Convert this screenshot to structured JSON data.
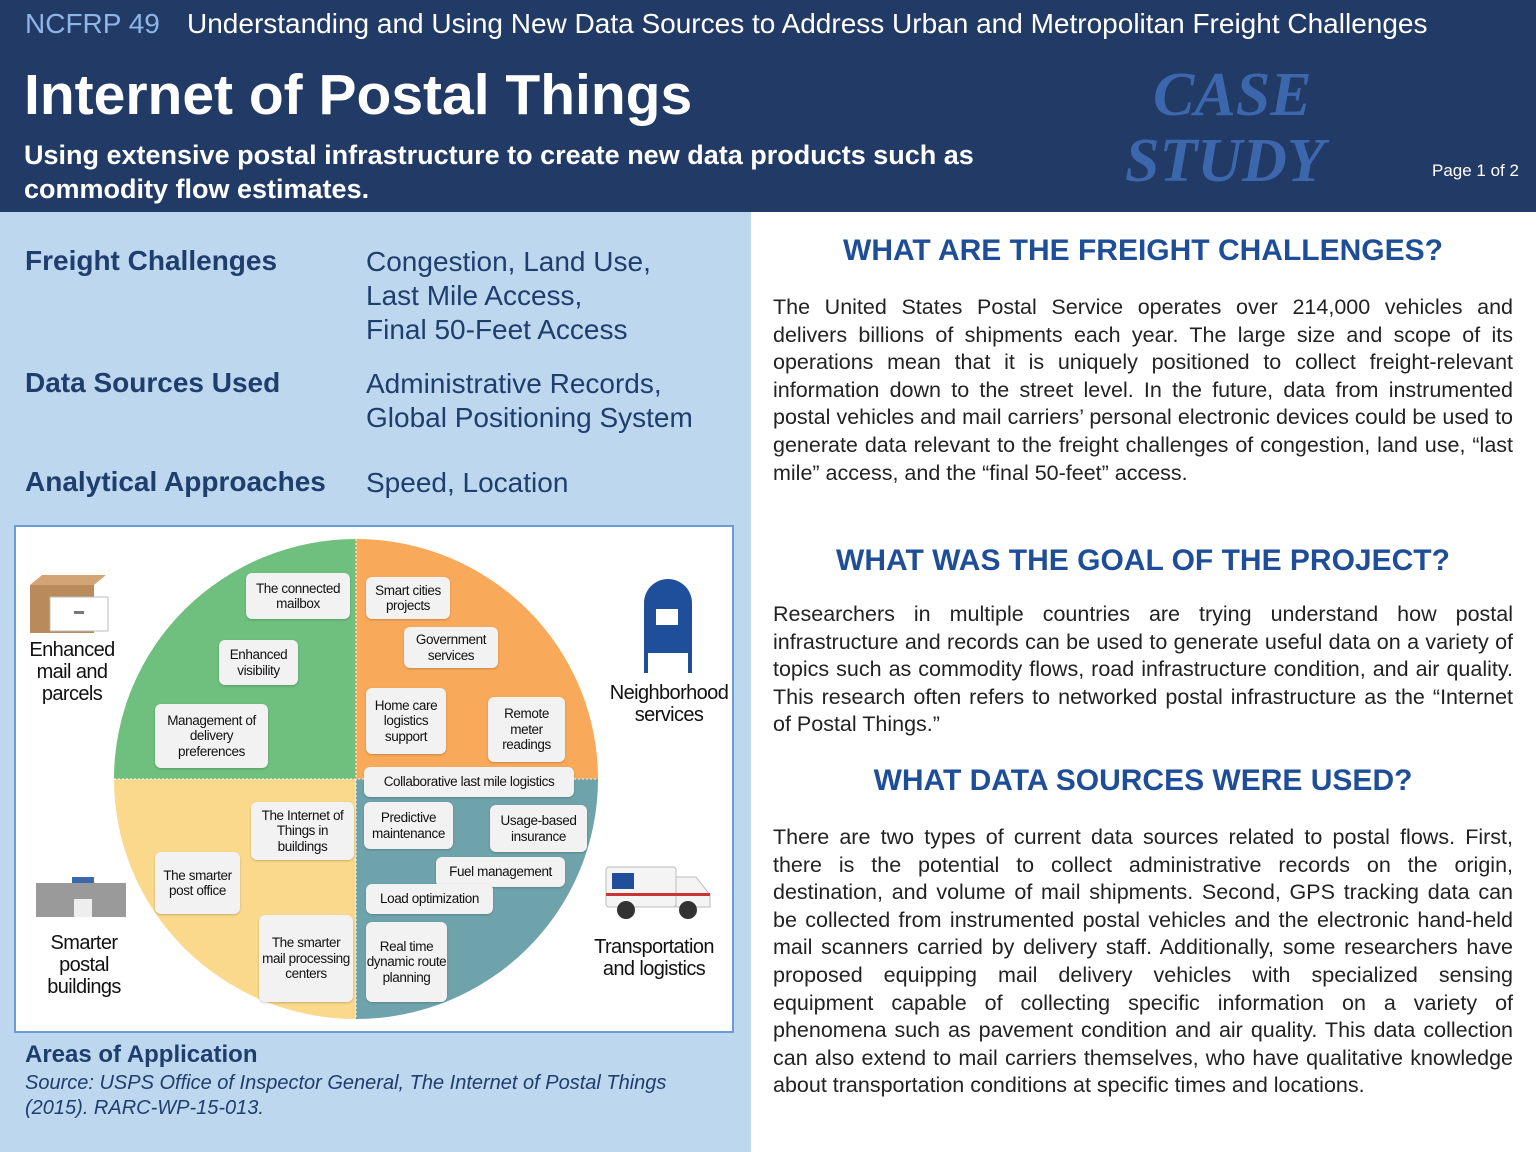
{
  "header": {
    "ncfrp": "NCFRP 49",
    "series": "Understanding and Using New Data Sources to Address Urban and Metropolitan Freight Challenges",
    "title": "Internet of Postal Things",
    "subtitle": "Using extensive postal infrastructure to create new data products such as commodity flow estimates.",
    "case_line1": "CASE",
    "case_line2": "STUDY",
    "page": "Page 1 of 2"
  },
  "summary": [
    {
      "label": "Freight Challenges",
      "values": [
        "Congestion, Land Use,",
        "Last Mile Access,",
        "Final 50-Feet Access"
      ]
    },
    {
      "label": "Data Sources Used",
      "values": [
        "Administrative Records,",
        "Global Positioning System"
      ]
    },
    {
      "label": "Analytical Approaches",
      "values": [
        "Speed, Location"
      ]
    }
  ],
  "diagram": {
    "quadrant_colors": {
      "top_left": "#6fbf7e",
      "top_right": "#f9a95a",
      "bottom_left": "#fbd98c",
      "bottom_right": "#6fa3ab"
    },
    "outer": [
      "Enhanced mail and parcels",
      "Neighborhood services",
      "Smarter postal buildings",
      "Transportation and logistics"
    ],
    "boxes": [
      "The connected mailbox",
      "Smart cities projects",
      "Government services",
      "Enhanced visibility",
      "Home care logistics support",
      "Remote meter readings",
      "Management of delivery preferences",
      "Collaborative last mile logistics",
      "The Internet of Things in buildings",
      "Predictive maintenance",
      "Usage-based insurance",
      "The smarter post office",
      "Fuel management",
      "Load optimization",
      "The smarter mail processing centers",
      "Real time dynamic route planning"
    ]
  },
  "caption": {
    "title": "Areas of Application",
    "source": "Source: USPS Office of Inspector General, The Internet of Postal Things (2015). RARC-WP-15-013."
  },
  "sections": [
    {
      "heading": "WHAT ARE THE FREIGHT CHALLENGES?",
      "body": "The United States Postal Service operates over 214,000 vehicles and delivers billions of shipments each year.  The large size and scope of its operations mean that it is uniquely positioned to collect freight-relevant information down to the street level. In the future, data from instrumented postal vehicles and mail carriers’ personal electronic devices could be used to generate data relevant to the freight challenges of congestion, land use, “last mile” access, and the “final 50-feet” access."
    },
    {
      "heading": "WHAT WAS THE GOAL OF THE PROJECT?",
      "body": "Researchers in multiple countries are trying understand how postal infrastructure and records can be used to generate useful data on a variety of topics such as commodity flows, road infrastructure condition, and air quality. This research often refers to networked postal infrastructure as the “Internet of Postal Things.”"
    },
    {
      "heading": "WHAT DATA SOURCES WERE USED?",
      "body": "There are two types of current data sources related to postal flows. First, there is the potential to collect administrative records on the origin, destination, and volume of mail shipments. Second, GPS tracking data can be collected from instrumented postal vehicles and the electronic hand-held mail scanners carried by delivery staff. Additionally, some researchers have proposed equipping mail delivery vehicles with specialized sensing equipment capable of collecting specific information on a variety of phenomena such as pavement condition and air quality. This data collection can also extend to mail carriers themselves, who have qualitative knowledge about transportation conditions at specific times and locations."
    }
  ]
}
